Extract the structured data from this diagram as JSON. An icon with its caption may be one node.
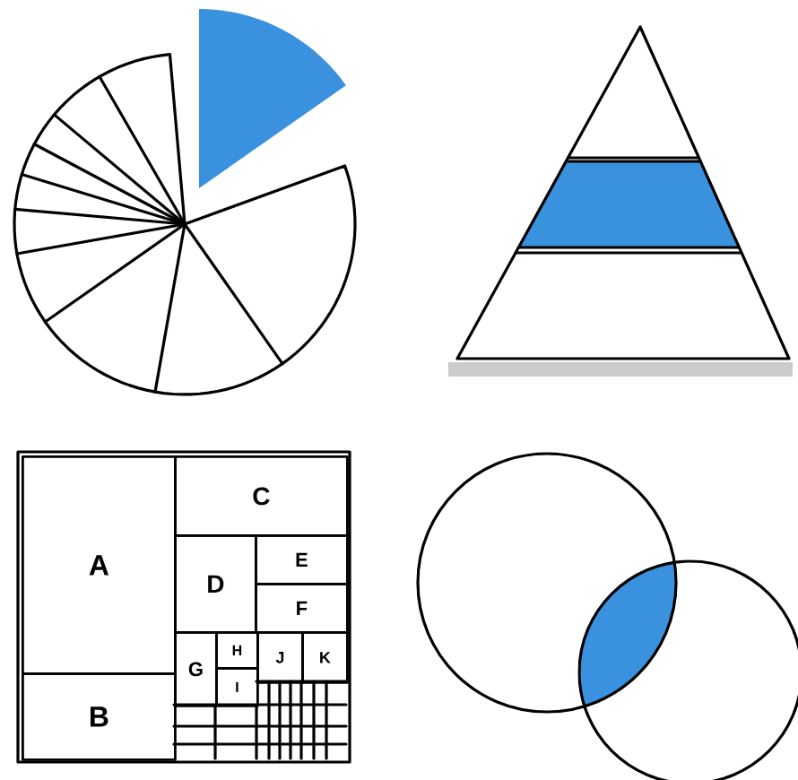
{
  "diagram": {
    "nodes": [
      {
        "text": [
          "A"
        ]
      },
      {
        "text": [
          "C"
        ]
      },
      {
        "text": [
          "D"
        ]
      },
      {
        "text": [
          "E"
        ]
      },
      {
        "text": [
          "F"
        ]
      },
      {
        "text": [
          "G"
        ]
      },
      {
        "text": [
          "H"
        ]
      },
      {
        "text": [
          "J"
        ]
      },
      {
        "text": [
          "K"
        ]
      },
      {
        "text": [
          "I"
        ]
      },
      {
        "text": [
          "B"
        ]
      }
    ]
  }
}
